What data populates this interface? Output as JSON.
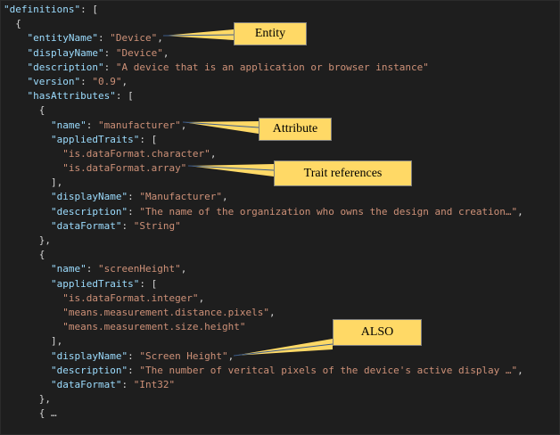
{
  "code_lines": [
    {
      "indent": "",
      "tokens": [
        [
          "k",
          "\"definitions\""
        ],
        [
          "p",
          ": ["
        ]
      ]
    },
    {
      "indent": "  ",
      "tokens": [
        [
          "p",
          "{"
        ]
      ]
    },
    {
      "indent": "    ",
      "tokens": [
        [
          "k",
          "\"entityName\""
        ],
        [
          "p",
          ": "
        ],
        [
          "s",
          "\"Device\""
        ],
        [
          "p",
          ","
        ]
      ]
    },
    {
      "indent": "    ",
      "tokens": [
        [
          "k",
          "\"displayName\""
        ],
        [
          "p",
          ": "
        ],
        [
          "s",
          "\"Device\""
        ],
        [
          "p",
          ","
        ]
      ]
    },
    {
      "indent": "    ",
      "tokens": [
        [
          "k",
          "\"description\""
        ],
        [
          "p",
          ": "
        ],
        [
          "s",
          "\"A device that is an application or browser instance\""
        ]
      ]
    },
    {
      "indent": "    ",
      "tokens": [
        [
          "k",
          "\"version\""
        ],
        [
          "p",
          ": "
        ],
        [
          "s",
          "\"0.9\""
        ],
        [
          "p",
          ","
        ]
      ]
    },
    {
      "indent": "    ",
      "tokens": [
        [
          "k",
          "\"hasAttributes\""
        ],
        [
          "p",
          ": ["
        ]
      ]
    },
    {
      "indent": "      ",
      "tokens": [
        [
          "p",
          "{"
        ]
      ]
    },
    {
      "indent": "        ",
      "tokens": [
        [
          "k",
          "\"name\""
        ],
        [
          "p",
          ": "
        ],
        [
          "s",
          "\"manufacturer\""
        ],
        [
          "p",
          ","
        ]
      ]
    },
    {
      "indent": "        ",
      "tokens": [
        [
          "k",
          "\"appliedTraits\""
        ],
        [
          "p",
          ": ["
        ]
      ]
    },
    {
      "indent": "          ",
      "tokens": [
        [
          "s",
          "\"is.dataFormat.character\""
        ],
        [
          "p",
          ","
        ]
      ]
    },
    {
      "indent": "          ",
      "tokens": [
        [
          "s",
          "\"is.dataFormat.array\""
        ]
      ]
    },
    {
      "indent": "        ",
      "tokens": [
        [
          "p",
          "],"
        ]
      ]
    },
    {
      "indent": "        ",
      "tokens": [
        [
          "k",
          "\"displayName\""
        ],
        [
          "p",
          ": "
        ],
        [
          "s",
          "\"Manufacturer\""
        ],
        [
          "p",
          ","
        ]
      ]
    },
    {
      "indent": "        ",
      "tokens": [
        [
          "k",
          "\"description\""
        ],
        [
          "p",
          ": "
        ],
        [
          "s",
          "\"The name of the organization who owns the design and creation…\""
        ],
        [
          "p",
          ","
        ]
      ]
    },
    {
      "indent": "        ",
      "tokens": [
        [
          "k",
          "\"dataFormat\""
        ],
        [
          "p",
          ": "
        ],
        [
          "s",
          "\"String\""
        ]
      ]
    },
    {
      "indent": "      ",
      "tokens": [
        [
          "p",
          "},"
        ]
      ]
    },
    {
      "indent": "      ",
      "tokens": [
        [
          "p",
          "{"
        ]
      ]
    },
    {
      "indent": "        ",
      "tokens": [
        [
          "k",
          "\"name\""
        ],
        [
          "p",
          ": "
        ],
        [
          "s",
          "\"screenHeight\""
        ],
        [
          "p",
          ","
        ]
      ]
    },
    {
      "indent": "        ",
      "tokens": [
        [
          "k",
          "\"appliedTraits\""
        ],
        [
          "p",
          ": ["
        ]
      ]
    },
    {
      "indent": "          ",
      "tokens": [
        [
          "s",
          "\"is.dataFormat.integer\""
        ],
        [
          "p",
          ","
        ]
      ]
    },
    {
      "indent": "          ",
      "tokens": [
        [
          "s",
          "\"means.measurement.distance.pixels\""
        ],
        [
          "p",
          ","
        ]
      ]
    },
    {
      "indent": "          ",
      "tokens": [
        [
          "s",
          "\"means.measurement.size.height\""
        ]
      ]
    },
    {
      "indent": "        ",
      "tokens": [
        [
          "p",
          "],"
        ]
      ]
    },
    {
      "indent": "        ",
      "tokens": [
        [
          "k",
          "\"displayName\""
        ],
        [
          "p",
          ": "
        ],
        [
          "s",
          "\"Screen Height\""
        ],
        [
          "p",
          ","
        ]
      ]
    },
    {
      "indent": "        ",
      "tokens": [
        [
          "k",
          "\"description\""
        ],
        [
          "p",
          ": "
        ],
        [
          "s",
          "\"The number of veritcal pixels of the device's active display …\""
        ],
        [
          "p",
          ","
        ]
      ]
    },
    {
      "indent": "        ",
      "tokens": [
        [
          "k",
          "\"dataFormat\""
        ],
        [
          "p",
          ": "
        ],
        [
          "s",
          "\"Int32\""
        ]
      ]
    },
    {
      "indent": "      ",
      "tokens": [
        [
          "p",
          "},"
        ]
      ]
    },
    {
      "indent": "      ",
      "tokens": [
        [
          "p",
          "{ …"
        ]
      ]
    }
  ],
  "callouts": {
    "entity": "Entity",
    "attribute": "Attribute",
    "trait_references": "Trait references",
    "also": "ALSO"
  },
  "colors": {
    "background": "#1e1e1e",
    "key": "#9cdcfe",
    "string": "#ce9178",
    "punctuation": "#d4d4d4",
    "callout_fill": "#ffd966"
  }
}
